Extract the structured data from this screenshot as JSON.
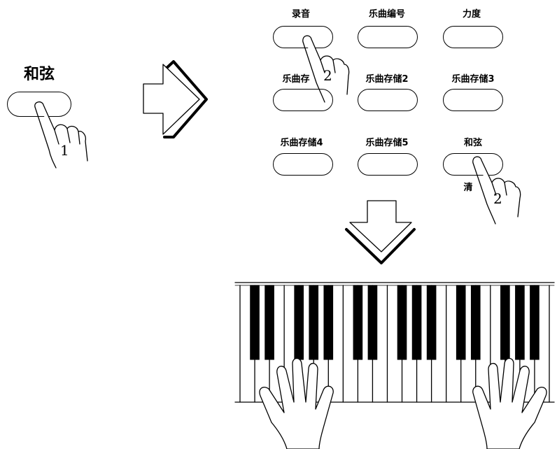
{
  "left_panel": {
    "chord_label": "和弦",
    "step_number": "1"
  },
  "right_panel": {
    "buttons": [
      {
        "label": "录音"
      },
      {
        "label": "乐曲编号"
      },
      {
        "label": "力度"
      },
      {
        "label": "乐曲存"
      },
      {
        "label": "乐曲存储2"
      },
      {
        "label": "乐曲存储3"
      },
      {
        "label": "乐曲存储4"
      },
      {
        "label": "乐曲存储5"
      },
      {
        "label": "和弦"
      }
    ],
    "clear_label": "清",
    "step_number_record": "2",
    "step_number_chord": "2"
  },
  "keyboard": {
    "white_key_count": 21
  },
  "colors": {
    "line": "#000000",
    "background": "#ffffff",
    "arrow_shadow": "#000000"
  }
}
